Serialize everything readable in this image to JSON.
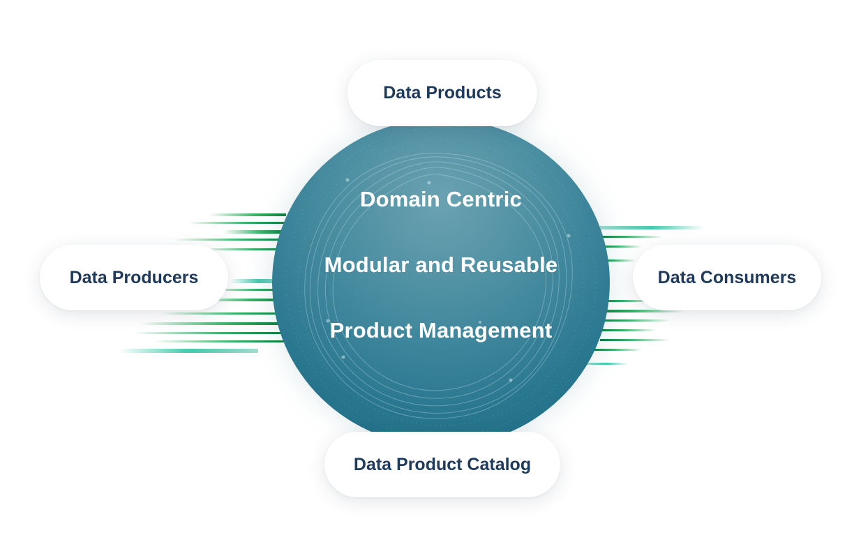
{
  "hub": {
    "lines": [
      "Domain Centric",
      "Modular and Reusable",
      "Product Management"
    ]
  },
  "nodes": {
    "top": "Data Products",
    "left": "Data Producers",
    "right": "Data Consumers",
    "bottom": "Data Product Catalog"
  },
  "colors": {
    "hub_light": "#6ba2b1",
    "hub_dark": "#18687f",
    "label_text": "#1d3a5c",
    "streak_green": "#17a34a",
    "streak_teal": "#2ec4a6"
  }
}
